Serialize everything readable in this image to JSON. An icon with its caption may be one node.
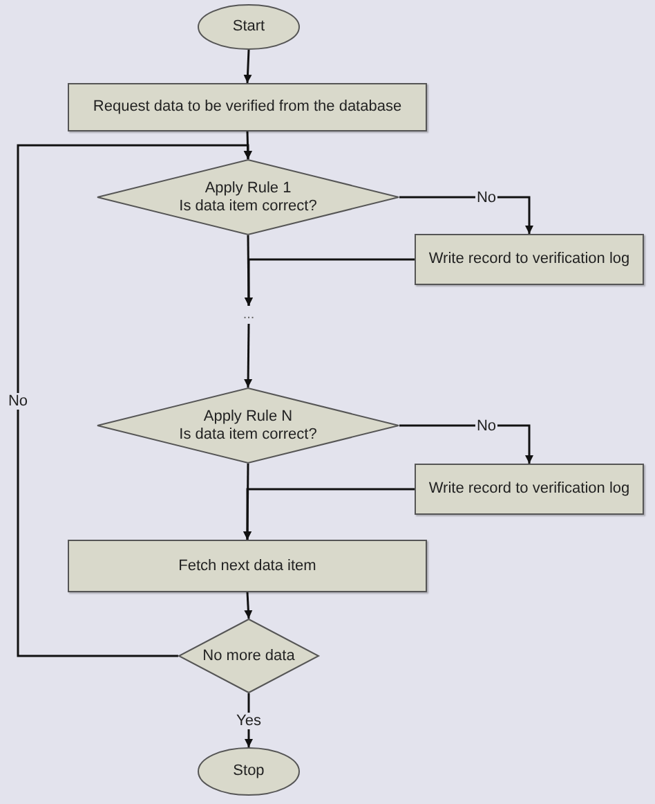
{
  "diagram": {
    "nodes": [
      {
        "text": [
          "Start"
        ]
      },
      {
        "text": [
          "Request data to be verified from the database"
        ]
      },
      {
        "text": [
          "Apply Rule 1",
          "Is data item correct?"
        ]
      },
      {
        "text": [
          "Write record to verification log"
        ]
      },
      {
        "text": [
          "..."
        ]
      },
      {
        "text": [
          "Apply Rule N",
          "Is data item correct?"
        ]
      },
      {
        "text": [
          "Write record to verification log"
        ]
      },
      {
        "text": [
          "Fetch next data item"
        ]
      },
      {
        "text": [
          "No more data"
        ]
      },
      {
        "text": [
          "Stop"
        ]
      }
    ],
    "edges": [
      {
        "from": 0,
        "to": 1,
        "arrow": "to"
      },
      {
        "from": 1,
        "to": 2,
        "arrow": "to"
      },
      {
        "from": 2,
        "to": 3,
        "arrow": "to",
        "label": "No"
      },
      {
        "from": 2,
        "to": 4,
        "arrow": "to"
      },
      {
        "from": 3,
        "to": 4,
        "arrow": "to"
      },
      {
        "from": 4,
        "to": 5,
        "arrow": "to"
      },
      {
        "from": 5,
        "to": 6,
        "arrow": "to",
        "label": "No"
      },
      {
        "from": 5,
        "to": 7,
        "arrow": "to"
      },
      {
        "from": 6,
        "to": 7,
        "arrow": "to"
      },
      {
        "from": 7,
        "to": 8,
        "arrow": "to"
      },
      {
        "from": 8,
        "to": 9,
        "arrow": "to",
        "label": "Yes"
      },
      {
        "from": 8,
        "to": 2,
        "arrow": "to",
        "label": "No"
      }
    ]
  }
}
